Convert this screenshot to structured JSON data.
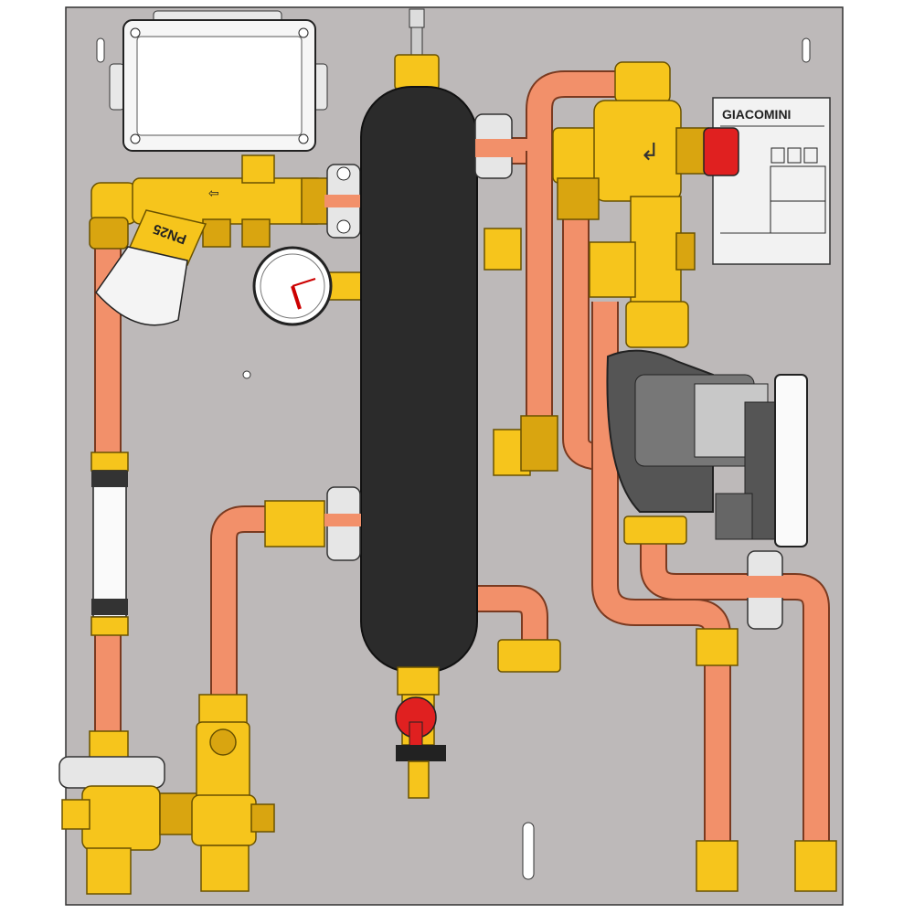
{
  "diagram": {
    "title": "Hydraulic separator heating module",
    "brand_label": "GIACOMINI",
    "valve_marking": "PN25",
    "colors": {
      "board": "#bdb9b9",
      "copper_pipe": "#f2906a",
      "brass": "#f6c51c",
      "separator": "#2b2b2b",
      "handle_red": "#e02020"
    }
  }
}
